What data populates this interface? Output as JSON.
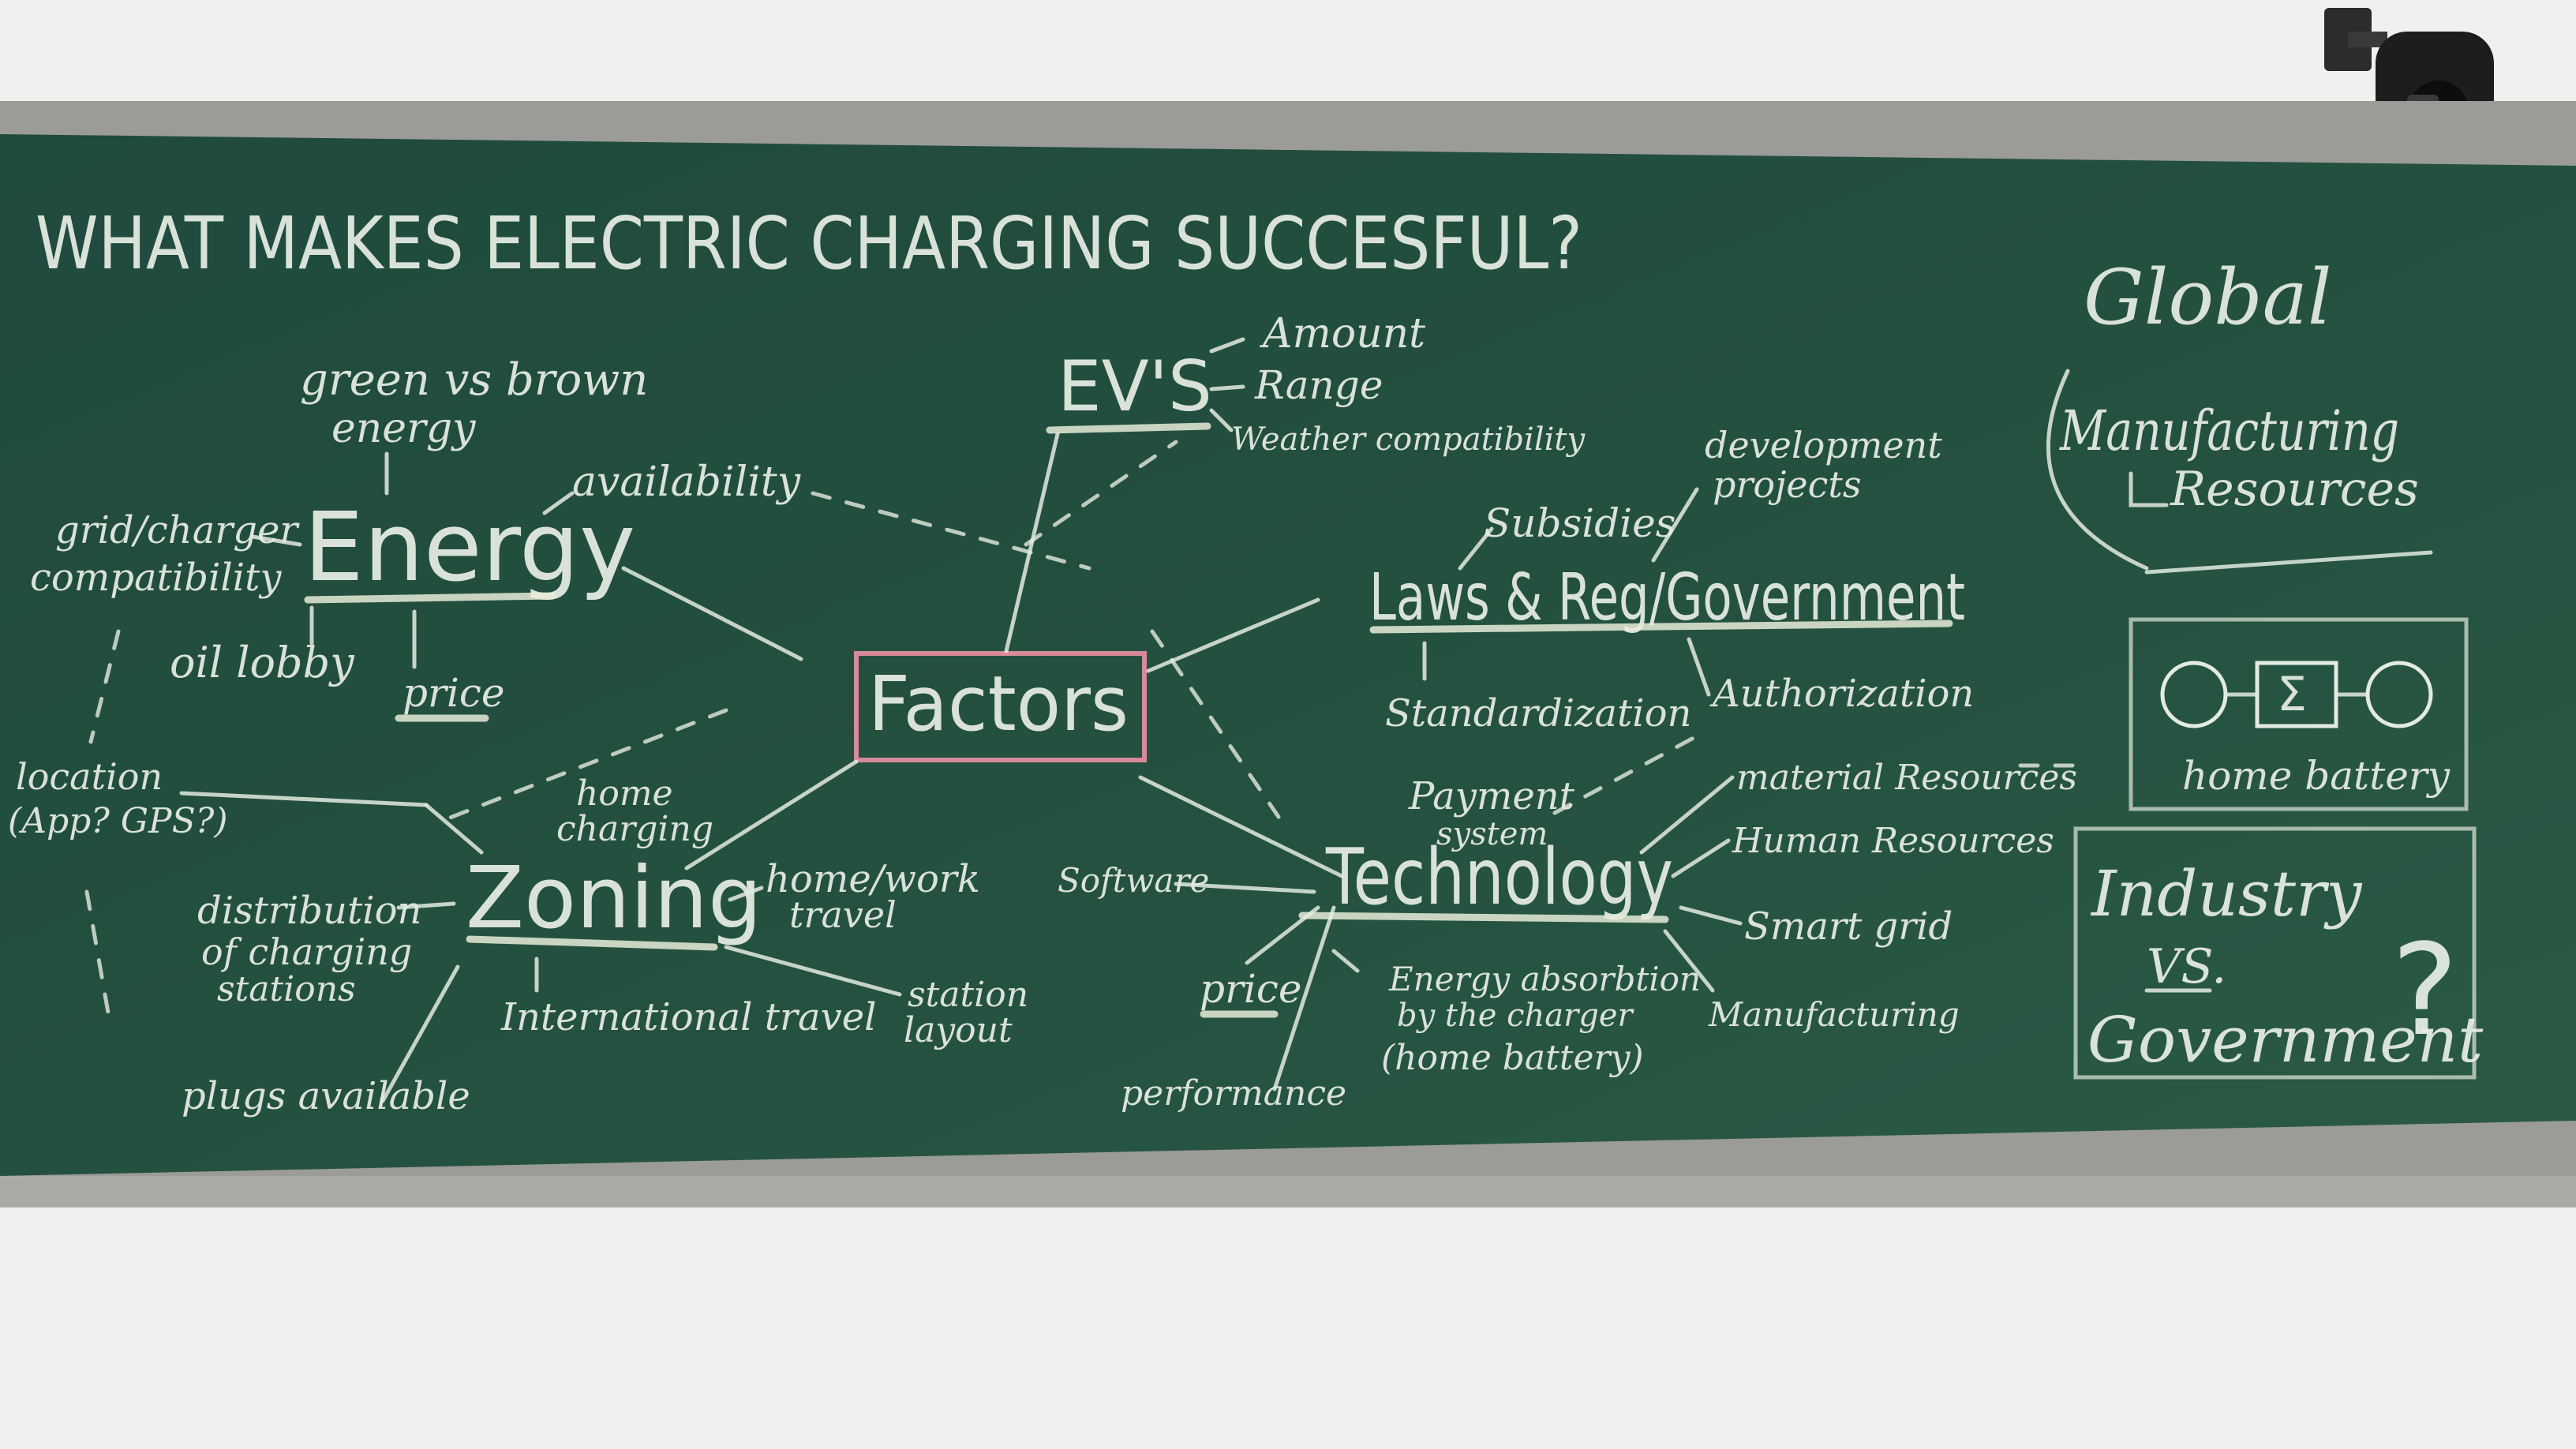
{
  "title": "WHAT MAKES ELECTRIC CHARGING SUCCESFUL?",
  "center": "Factors",
  "nodes": {
    "evs": {
      "label": "EV'S",
      "items": [
        "Amount",
        "Range",
        "Weather compatibility"
      ]
    },
    "energy": {
      "label": "Energy",
      "items": {
        "green_brown_1": "green vs brown",
        "green_brown_2": "energy",
        "grid_1": "grid/charger",
        "grid_2": "compatibility",
        "availability": "availability",
        "oil_lobby": "oil lobby",
        "price": "price"
      }
    },
    "laws": {
      "label": "Laws & Reg/Government",
      "items": {
        "subsidies": "Subsidies",
        "dev_1": "development",
        "dev_2": "projects",
        "standardization": "Standardization",
        "authorization": "Authorization"
      }
    },
    "zoning": {
      "label": "Zoning",
      "items": {
        "location_1": "location",
        "location_2": "(App? GPS?)",
        "home_1": "home",
        "home_2": "charging",
        "dist_1": "distribution",
        "dist_2": "of charging",
        "dist_3": "stations",
        "homework_1": "home/work",
        "homework_2": "travel",
        "international": "International travel",
        "station_1": "station",
        "station_2": "layout",
        "plugs": "plugs available"
      }
    },
    "technology": {
      "label": "Technology",
      "items": {
        "payment_1": "Payment",
        "payment_2": "system",
        "material": "material Resources",
        "human": "Human Resources",
        "software": "Software",
        "smart_grid": "Smart grid",
        "price": "price",
        "energy_1": "Energy absorbtion",
        "energy_2": "by the charger",
        "energy_3": "(home battery)",
        "manufacturing": "Manufacturing",
        "performance": "performance"
      }
    }
  },
  "side": {
    "global_1": "Global",
    "global_2": "Manufacturing",
    "global_3": "Resources",
    "battery_symbol": "Σ",
    "home_battery": "home battery",
    "industry": "Industry",
    "vs": "VS.",
    "government": "Government",
    "question": "?"
  },
  "colors": {
    "board": "#234c40",
    "frame": "#9a9a96",
    "chalk": "#e9efe6",
    "pink_chalk": "#d88a9a",
    "wall": "#f1f1ef"
  }
}
